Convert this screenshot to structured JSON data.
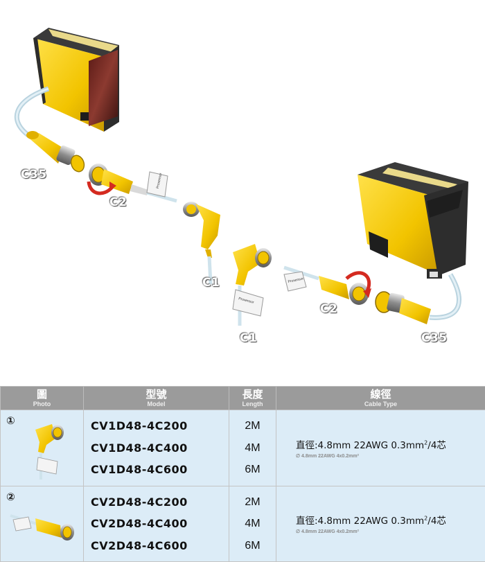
{
  "callouts": {
    "c35_left": "C35",
    "c2_left": "C2",
    "c1_top": "C1",
    "c1_bottom": "C1",
    "c2_right": "C2",
    "c35_right": "C35"
  },
  "product_label_text": "Proxensor",
  "table": {
    "headers": {
      "photo_zh": "圖",
      "photo_en": "Photo",
      "model_zh": "型號",
      "model_en": "Model",
      "length_zh": "長度",
      "length_en": "Length",
      "cable_zh": "線徑",
      "cable_en": "Cable Type"
    },
    "rows": [
      {
        "number": "①",
        "models": [
          "CV1D48-4C200",
          "CV1D48-4C400",
          "CV1D48-4C600"
        ],
        "lengths": [
          "2M",
          "4M",
          "6M"
        ],
        "cable_main_prefix": "直徑:4.8mm  22AWG  0.3mm",
        "cable_main_sup": "2",
        "cable_main_suffix": "/4芯",
        "cable_sub": "∅ 4.8mm 22AWG 4x0.2mm²"
      },
      {
        "number": "②",
        "models": [
          "CV2D48-4C200",
          "CV2D48-4C400",
          "CV2D48-4C600"
        ],
        "lengths": [
          "2M",
          "4M",
          "6M"
        ],
        "cable_main_prefix": "直徑:4.8mm  22AWG  0.3mm",
        "cable_main_sup": "2",
        "cable_main_suffix": "/4芯",
        "cable_sub": "∅ 4.8mm 22AWG 4x0.2mm²"
      }
    ]
  },
  "colors": {
    "sensor_yellow": "#f2c400",
    "sensor_dark": "#2b2b2b",
    "cable_blue": "#cfe3ec",
    "arrow_red": "#d42a20",
    "header_gray": "#9b9b9b",
    "row_blue": "#dcecf7"
  }
}
